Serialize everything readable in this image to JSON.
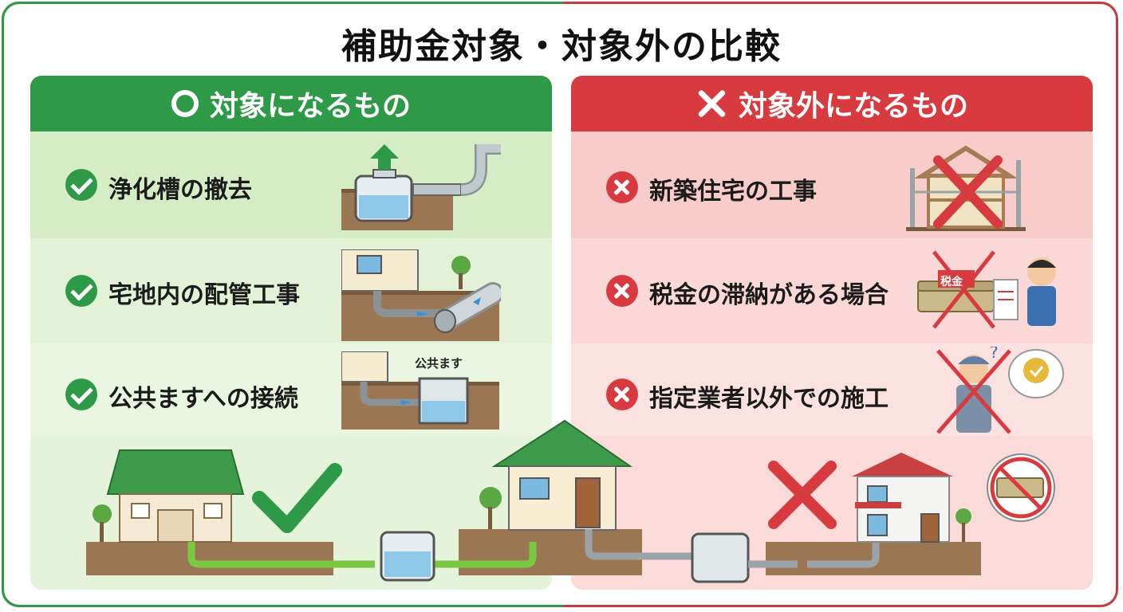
{
  "title": "補助金対象・対象外の比較",
  "eligible": {
    "header": "対象になるもの",
    "header_icon": "circle-icon",
    "items": [
      {
        "label": "浄化槽の撤去",
        "icon": "check-icon"
      },
      {
        "label": "宅地内の配管工事",
        "icon": "check-icon"
      },
      {
        "label": "公共ますへの接続",
        "icon": "check-icon"
      }
    ],
    "illustration_caption": "公共ます"
  },
  "ineligible": {
    "header": "対象外になるもの",
    "header_icon": "x-icon",
    "items": [
      {
        "label": "新築住宅の工事",
        "icon": "x-icon"
      },
      {
        "label": "税金の滞納がある場合",
        "icon": "x-icon"
      },
      {
        "label": "指定業者以外での施工",
        "icon": "x-icon"
      }
    ],
    "tax_stamp": "税金"
  },
  "colors": {
    "green": "#2e9a48",
    "red": "#d83b3f",
    "green_bg": "#e6f4db",
    "red_bg": "#fbe0df"
  }
}
